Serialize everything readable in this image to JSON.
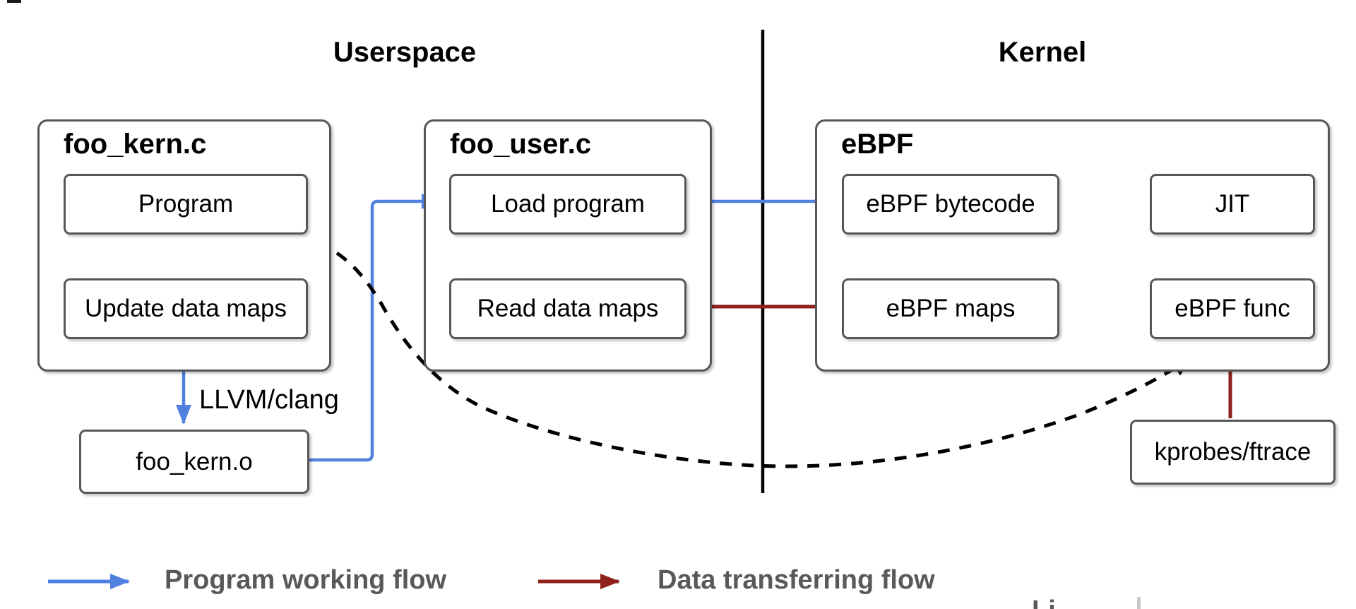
{
  "titles": {
    "userspace": "Userspace",
    "kernel": "Kernel"
  },
  "boxes": {
    "foo_kern_c": {
      "label": "foo_kern.c"
    },
    "program": {
      "label": "Program"
    },
    "update_maps": {
      "label": "Update data maps"
    },
    "foo_user_c": {
      "label": "foo_user.c"
    },
    "load_program": {
      "label": "Load program"
    },
    "read_maps": {
      "label": "Read data maps"
    },
    "ebpf": {
      "label": "eBPF"
    },
    "bytecode": {
      "label": "eBPF bytecode"
    },
    "jit": {
      "label": "JIT"
    },
    "ebpf_maps": {
      "label": "eBPF maps"
    },
    "ebpf_func": {
      "label": "eBPF func"
    },
    "foo_kern_o": {
      "label": "foo_kern.o"
    },
    "kprobes": {
      "label": "kprobes/ftrace"
    }
  },
  "annotations": {
    "llvm_clang": "LLVM/clang",
    "watermark_partial": "Li"
  },
  "legend": {
    "program_flow": "Program working flow",
    "data_flow": "Data transferring flow"
  },
  "colors": {
    "program_flow_arrow": "#5080e0",
    "data_flow_arrow": "#8e211b",
    "trigger_dashed_arrow": "#000000",
    "box_border": "#575757",
    "divider": "#000000",
    "legend_text": "#595959",
    "box_text": "#000000"
  }
}
